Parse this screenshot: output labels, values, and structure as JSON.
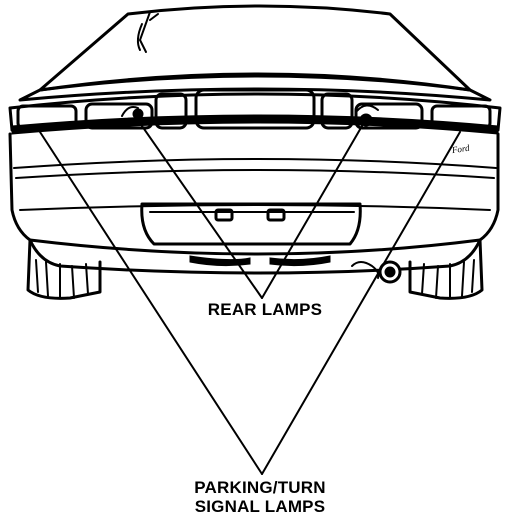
{
  "labels": {
    "rear_lamps": "REAR LAMPS",
    "parking_turn_line1": "PARKING/TURN",
    "parking_turn_line2": "SIGNAL LAMPS"
  },
  "badge": {
    "text": "Ford"
  },
  "colors": {
    "ink": "#000000",
    "paper": "#ffffff"
  }
}
